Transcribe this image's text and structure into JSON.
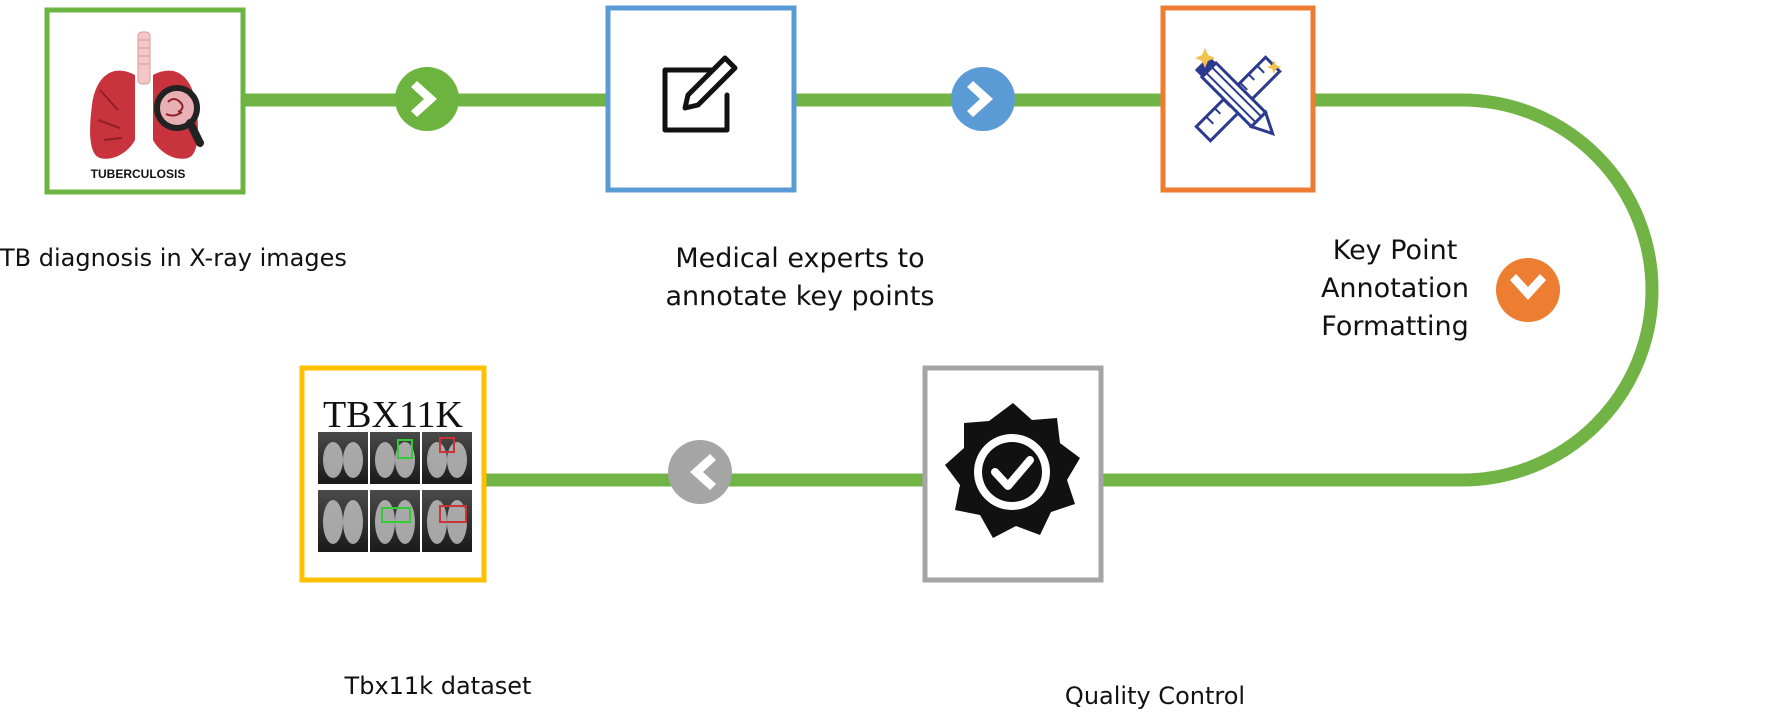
{
  "colors": {
    "track": "#72b345",
    "green_box": "#6db33f",
    "blue_box": "#5b9bd5",
    "orange_box": "#ed7d31",
    "gray_box": "#a5a5a5",
    "yellow_box": "#ffc000"
  },
  "steps": [
    {
      "id": "tb",
      "caption": "TB diagnosis in X-ray images",
      "icon_text": "TUBERCULOSIS",
      "icon": "lungs-magnifier-icon"
    },
    {
      "id": "med",
      "caption_lines": [
        "Medical experts to",
        "annotate key points"
      ],
      "icon": "edit-icon"
    },
    {
      "id": "kp",
      "caption_lines": [
        "Key Point",
        "Annotation",
        "Formatting"
      ],
      "icon": "ruler-pencil-icon"
    },
    {
      "id": "qc",
      "caption": "Quality Control",
      "icon": "badge-check-icon"
    },
    {
      "id": "ds",
      "caption": "Tbx11k dataset",
      "icon_text": "TBX11K",
      "icon": "xray-grid-icon"
    }
  ],
  "arrows": [
    {
      "direction": "right",
      "color": "green"
    },
    {
      "direction": "right",
      "color": "blue"
    },
    {
      "direction": "down",
      "color": "orange"
    },
    {
      "direction": "left",
      "color": "gray"
    }
  ]
}
